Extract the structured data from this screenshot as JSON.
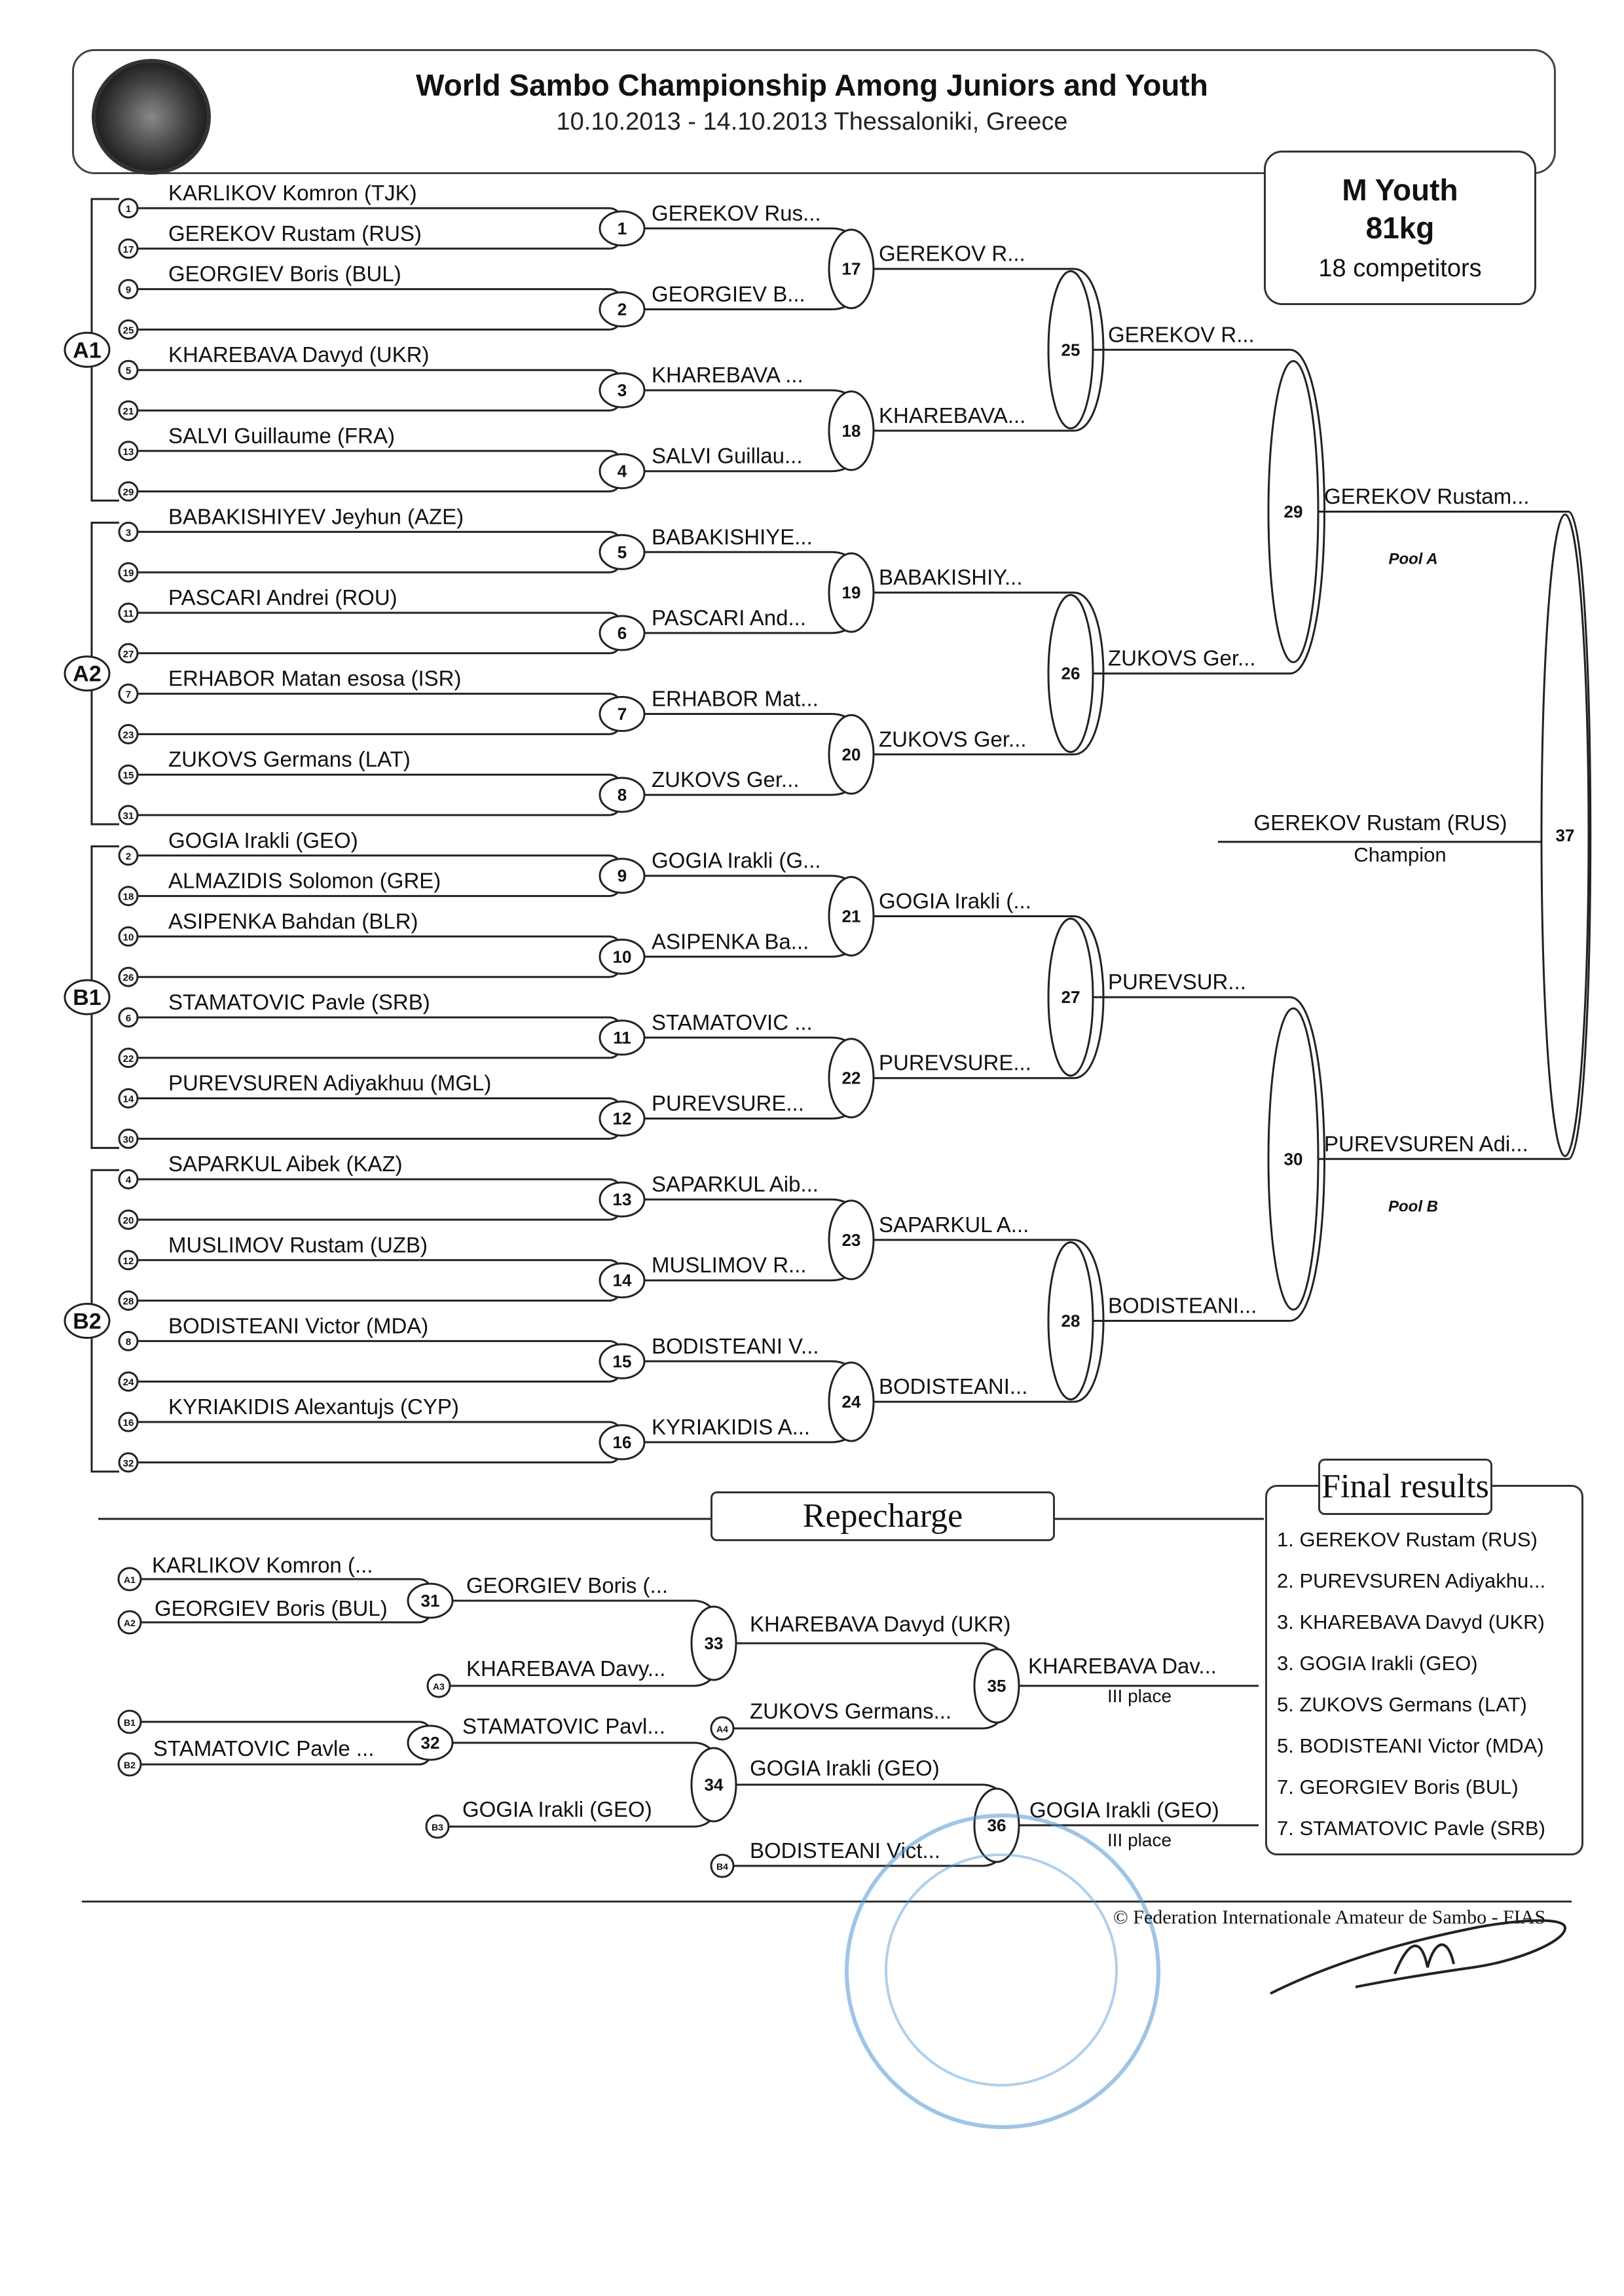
{
  "header": {
    "title": "World Sambo Championship Among Juniors and Youth",
    "dates": "10.10.2013 - 14.10.2013 Thessaloniki, Greece"
  },
  "category": {
    "line1": "M Youth",
    "line2": "81kg",
    "line3": "18 competitors"
  },
  "pools": [
    "A1",
    "A2",
    "B1",
    "B2"
  ],
  "pool_labels": {
    "a": "Pool A",
    "b": "Pool B"
  },
  "competitors": [
    {
      "num": "1",
      "name": "KARLIKOV Komron (TJK)"
    },
    {
      "num": "17",
      "name": "GEREKOV Rustam (RUS)"
    },
    {
      "num": "9",
      "name": "GEORGIEV Boris (BUL)"
    },
    {
      "num": "25",
      "name": ""
    },
    {
      "num": "5",
      "name": "KHAREBAVA Davyd (UKR)"
    },
    {
      "num": "21",
      "name": ""
    },
    {
      "num": "13",
      "name": "SALVI Guillaume (FRA)"
    },
    {
      "num": "29",
      "name": ""
    },
    {
      "num": "3",
      "name": "BABAKISHIYEV Jeyhun (AZE)"
    },
    {
      "num": "19",
      "name": ""
    },
    {
      "num": "11",
      "name": "PASCARI Andrei (ROU)"
    },
    {
      "num": "27",
      "name": ""
    },
    {
      "num": "7",
      "name": "ERHABOR Matan esosa (ISR)"
    },
    {
      "num": "23",
      "name": ""
    },
    {
      "num": "15",
      "name": "ZUKOVS Germans (LAT)"
    },
    {
      "num": "31",
      "name": ""
    },
    {
      "num": "2",
      "name": "GOGIA Irakli (GEO)"
    },
    {
      "num": "18",
      "name": "ALMAZIDIS Solomon (GRE)"
    },
    {
      "num": "10",
      "name": "ASIPENKA Bahdan (BLR)"
    },
    {
      "num": "26",
      "name": ""
    },
    {
      "num": "6",
      "name": "STAMATOVIC Pavle (SRB)"
    },
    {
      "num": "22",
      "name": ""
    },
    {
      "num": "14",
      "name": "PUREVSUREN Adiyakhuu (MGL)"
    },
    {
      "num": "30",
      "name": ""
    },
    {
      "num": "4",
      "name": "SAPARKUL Aibek (KAZ)"
    },
    {
      "num": "20",
      "name": ""
    },
    {
      "num": "12",
      "name": "MUSLIMOV Rustam (UZB)"
    },
    {
      "num": "28",
      "name": ""
    },
    {
      "num": "8",
      "name": "BODISTEANI Victor (MDA)"
    },
    {
      "num": "24",
      "name": ""
    },
    {
      "num": "16",
      "name": "KYRIAKIDIS Alexantujs (CYP)"
    },
    {
      "num": "32",
      "name": ""
    }
  ],
  "round1": [
    {
      "bout": "1",
      "winner": "GEREKOV Rus..."
    },
    {
      "bout": "2",
      "winner": "GEORGIEV B..."
    },
    {
      "bout": "3",
      "winner": "KHAREBAVA ..."
    },
    {
      "bout": "4",
      "winner": "SALVI Guillau..."
    },
    {
      "bout": "5",
      "winner": "BABAKISHIYE..."
    },
    {
      "bout": "6",
      "winner": "PASCARI And..."
    },
    {
      "bout": "7",
      "winner": "ERHABOR Mat..."
    },
    {
      "bout": "8",
      "winner": "ZUKOVS Ger..."
    },
    {
      "bout": "9",
      "winner": "GOGIA Irakli (G..."
    },
    {
      "bout": "10",
      "winner": "ASIPENKA Ba..."
    },
    {
      "bout": "11",
      "winner": "STAMATOVIC ..."
    },
    {
      "bout": "12",
      "winner": "PUREVSURE..."
    },
    {
      "bout": "13",
      "winner": "SAPARKUL Aib..."
    },
    {
      "bout": "14",
      "winner": "MUSLIMOV R..."
    },
    {
      "bout": "15",
      "winner": "BODISTEANI V..."
    },
    {
      "bout": "16",
      "winner": "KYRIAKIDIS A..."
    }
  ],
  "round2": [
    {
      "bout": "17",
      "winner": "GEREKOV R..."
    },
    {
      "bout": "18",
      "winner": "KHAREBAVA..."
    },
    {
      "bout": "19",
      "winner": "BABAKISHIY..."
    },
    {
      "bout": "20",
      "winner": "ZUKOVS Ger..."
    },
    {
      "bout": "21",
      "winner": "GOGIA Irakli (..."
    },
    {
      "bout": "22",
      "winner": "PUREVSURE..."
    },
    {
      "bout": "23",
      "winner": "SAPARKUL A..."
    },
    {
      "bout": "24",
      "winner": "BODISTEANI..."
    }
  ],
  "round3": [
    {
      "bout": "25",
      "winner": "GEREKOV R..."
    },
    {
      "bout": "26",
      "winner": "ZUKOVS Ger..."
    },
    {
      "bout": "27",
      "winner": "PUREVSUR..."
    },
    {
      "bout": "28",
      "winner": "BODISTEANI..."
    }
  ],
  "semis": [
    {
      "bout": "29",
      "winner": "GEREKOV Rustam..."
    },
    {
      "bout": "30",
      "winner": "PUREVSUREN Adi..."
    }
  ],
  "final": {
    "bout": "37",
    "winner": "GEREKOV Rustam (RUS)",
    "caption": "Champion"
  },
  "repechage": {
    "title": "Repecharge",
    "entries": [
      {
        "tag": "A1",
        "name": "KARLIKOV Komron (..."
      },
      {
        "tag": "A2",
        "name": "GEORGIEV Boris (BUL)"
      },
      {
        "tag": "A3",
        "name": "KHAREBAVA Davy..."
      },
      {
        "tag": "A4",
        "name": "ZUKOVS Germans..."
      },
      {
        "tag": "B1",
        "name": ""
      },
      {
        "tag": "B2",
        "name": "STAMATOVIC Pavle ..."
      },
      {
        "tag": "B3",
        "name": "GOGIA Irakli (GEO)"
      },
      {
        "tag": "B4",
        "name": "BODISTEANI Vict..."
      }
    ],
    "bouts": [
      {
        "bout": "31",
        "winner": "GEORGIEV Boris (..."
      },
      {
        "bout": "32",
        "winner": "STAMATOVIC Pavl..."
      },
      {
        "bout": "33",
        "winner": "KHAREBAVA Davyd (UKR)"
      },
      {
        "bout": "34",
        "winner": "GOGIA Irakli (GEO)"
      },
      {
        "bout": "35",
        "winner": "KHAREBAVA Dav...",
        "caption": "III place"
      },
      {
        "bout": "36",
        "winner": "GOGIA Irakli (GEO)",
        "caption": "III place"
      }
    ]
  },
  "final_results": {
    "title": "Final results",
    "items": [
      "1. GEREKOV Rustam (RUS)",
      "2. PUREVSUREN Adiyakhu...",
      "3. KHAREBAVA Davyd (UKR)",
      "3. GOGIA Irakli (GEO)",
      "5. ZUKOVS Germans (LAT)",
      "5. BODISTEANI Victor (MDA)",
      "7. GEORGIEV Boris (BUL)",
      "7. STAMATOVIC Pavle (SRB)"
    ]
  },
  "footer": {
    "text": "© Federation Internationale Amateur de Sambo - FIAS"
  },
  "colors": {
    "ink": "#111111",
    "seal": "#5096d2"
  }
}
